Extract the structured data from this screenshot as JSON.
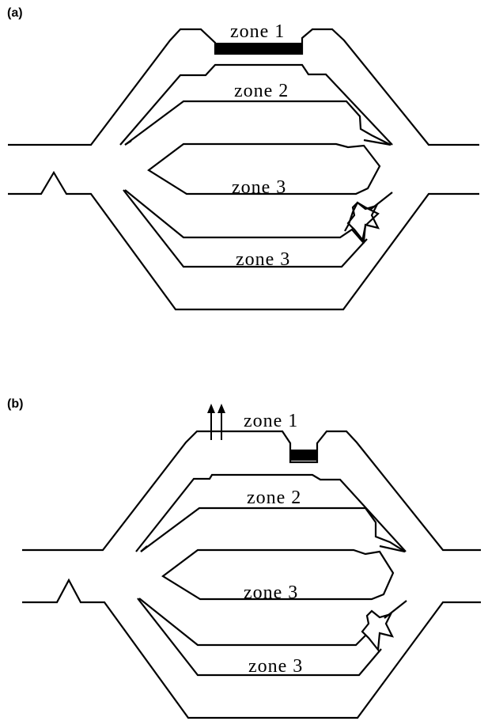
{
  "panels": [
    {
      "label": "(a)",
      "zone1": "zone 1",
      "zone2": "zone 2",
      "zone3_upper": "zone 3",
      "zone3_lower": "zone 3"
    },
    {
      "label": "(b)",
      "zone1": "zone 1",
      "zone2": "zone 2",
      "zone3_upper": "zone 3",
      "zone3_lower": "zone 3"
    }
  ]
}
